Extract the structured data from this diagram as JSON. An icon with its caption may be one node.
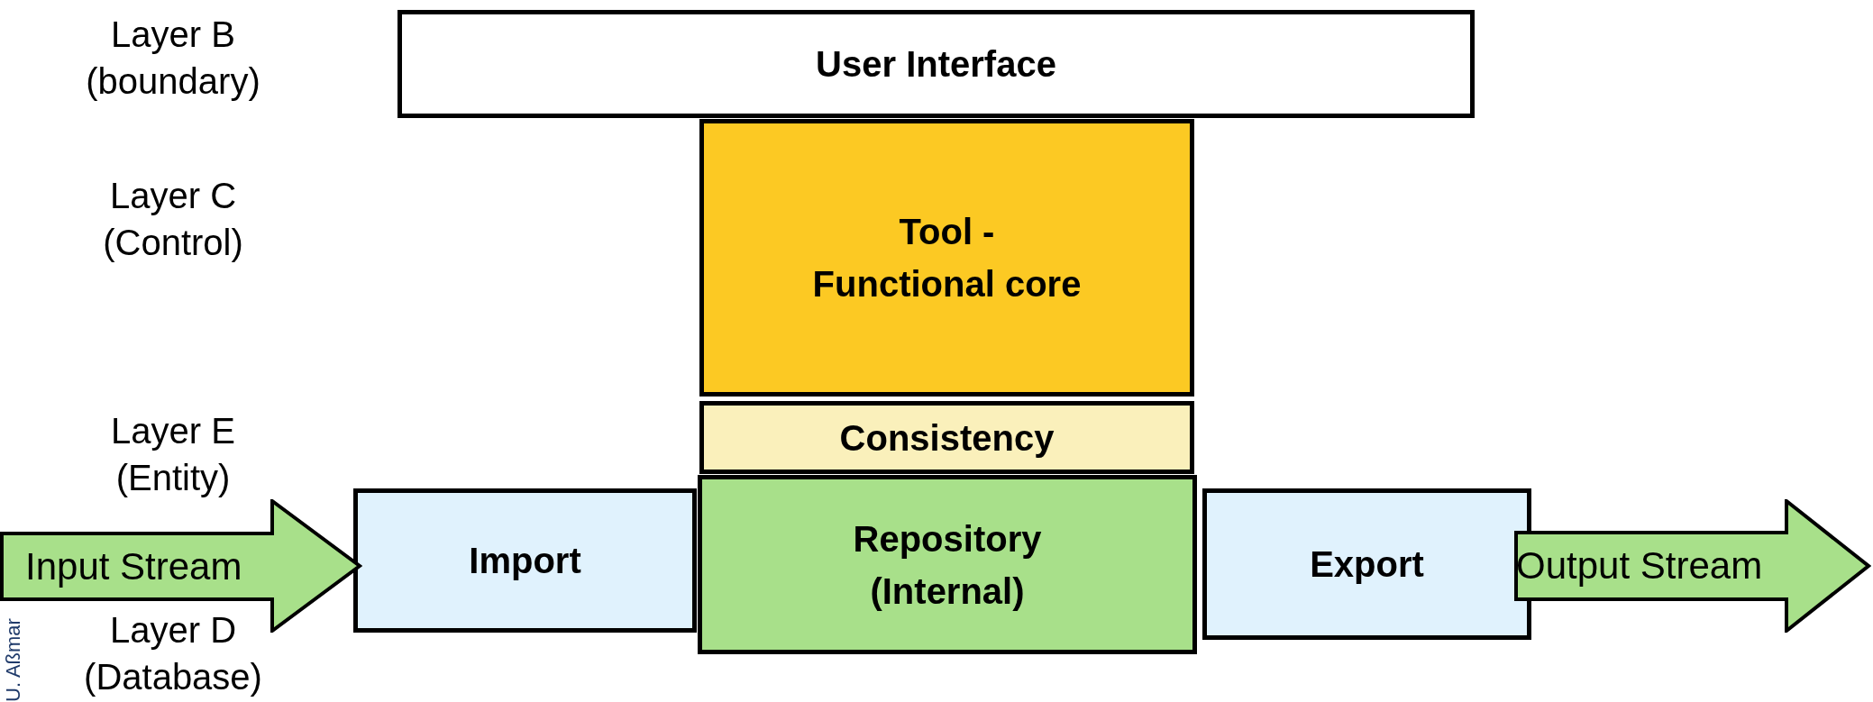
{
  "diagram": {
    "nodes": [
      {
        "text": [
          "User Interface"
        ]
      },
      {
        "text": [
          "Tool - Functional core"
        ]
      },
      {
        "text": [
          "Consistency"
        ]
      },
      {
        "text": [
          "Repository (Internal)"
        ]
      },
      {
        "text": [
          "Import"
        ]
      },
      {
        "text": [
          "Export"
        ]
      },
      {
        "text": [
          "Input Stream"
        ]
      },
      {
        "text": [
          "Output Stream"
        ]
      }
    ],
    "labels": [
      "Layer B (boundary)",
      "Layer C (Control)",
      "Layer E (Entity)",
      "Layer D (Database)",
      "U. Aßmar"
    ]
  }
}
